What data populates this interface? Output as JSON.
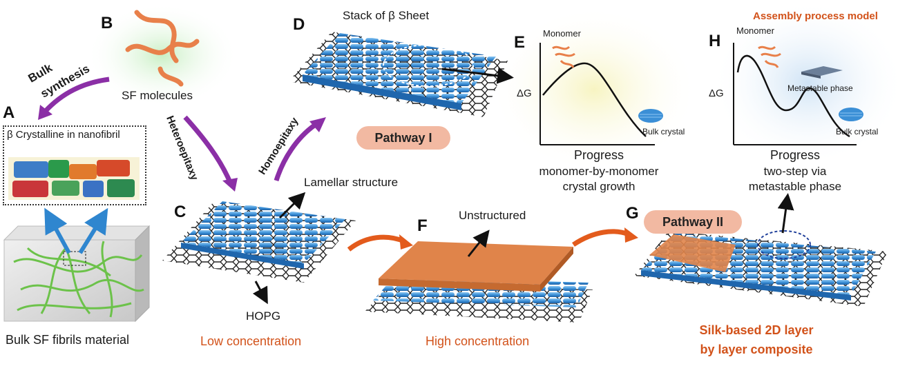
{
  "panels": {
    "A": "A",
    "B": "B",
    "C": "C",
    "D": "D",
    "E": "E",
    "F": "F",
    "G": "G",
    "H": "H"
  },
  "labels": {
    "bulk_synthesis_1": "Bulk",
    "bulk_synthesis_2": "synthesis",
    "sf_molecules": "SF molecules",
    "beta_crystalline": "β Crystalline in nanofibril",
    "bulk_sf_fibrils": "Bulk SF fibrils material",
    "heteroepitaxy": "Heteroepitaxy",
    "homoepitaxy": "Homoepitaxy",
    "stack_beta_sheet": "Stack of β Sheet",
    "pathway_1": "Pathway I",
    "pathway_2": "Pathway II",
    "lamellar_structure": "Lamellar structure",
    "hopg": "HOPG",
    "low_concentration": "Low concentration",
    "unstructured": "Unstructured",
    "high_concentration": "High concentration",
    "silk_composite_1": "Silk-based 2D layer",
    "silk_composite_2": "by layer composite",
    "assembly_model": "Assembly process model"
  },
  "plot_e": {
    "monomer": "Monomer",
    "y_axis": "ΔG",
    "bulk_crystal": "Bulk crystal",
    "x_axis": "Progress",
    "caption_1": "monomer-by-monomer",
    "caption_2": "crystal growth"
  },
  "plot_h": {
    "monomer": "Monomer",
    "y_axis": "ΔG",
    "metastable": "Metastable phase",
    "bulk_crystal": "Bulk crystal",
    "x_axis": "Progress",
    "caption_1": "two-step via",
    "caption_2": "metastable phase"
  },
  "colors": {
    "purple_arrow": "#8b2fa6",
    "orange_arrow": "#e35b1c",
    "blue_rod": "#3b8fd6",
    "graphene": "#222222",
    "orange_layer": "#e0844a",
    "accent_text": "#d2521a",
    "pill": "#f2b9a2",
    "fibril_green": "#6cc24a"
  }
}
